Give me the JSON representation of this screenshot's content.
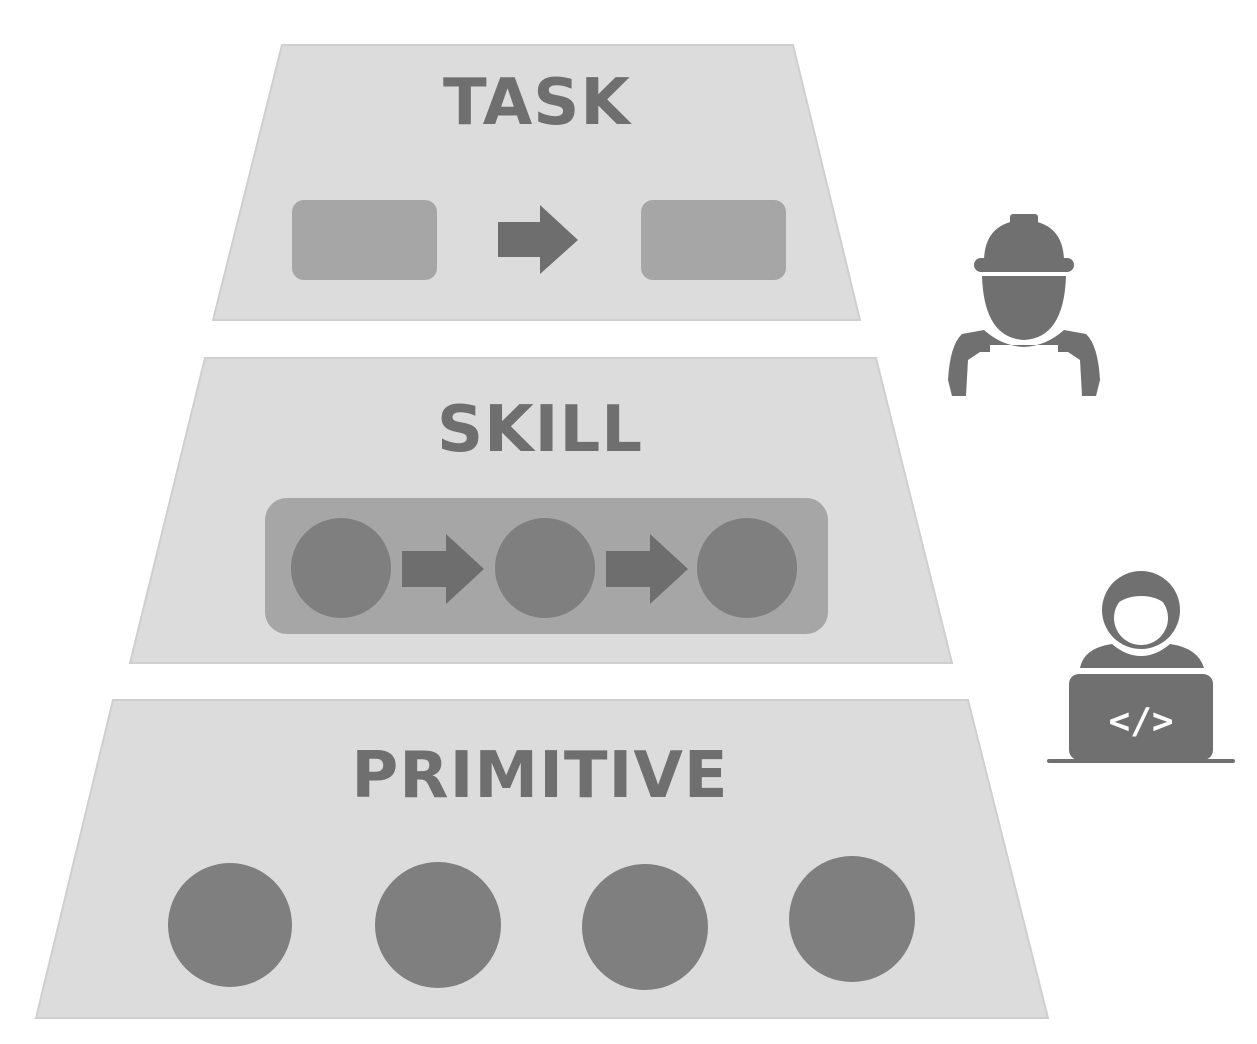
{
  "layers": {
    "task": {
      "label": "TASK"
    },
    "skill": {
      "label": "SKILL"
    },
    "primitive": {
      "label": "PRIMITIVE"
    }
  },
  "icons": {
    "worker": "construction-worker-icon",
    "developer": "developer-laptop-icon",
    "laptop_glyph": "</>"
  },
  "colors": {
    "tier_fill": "#dcdcdc",
    "label_text": "#6f6f6f",
    "box_fill": "#a6a6a6",
    "node_fill": "#7f7f7f",
    "icon_fill": "#707070"
  }
}
